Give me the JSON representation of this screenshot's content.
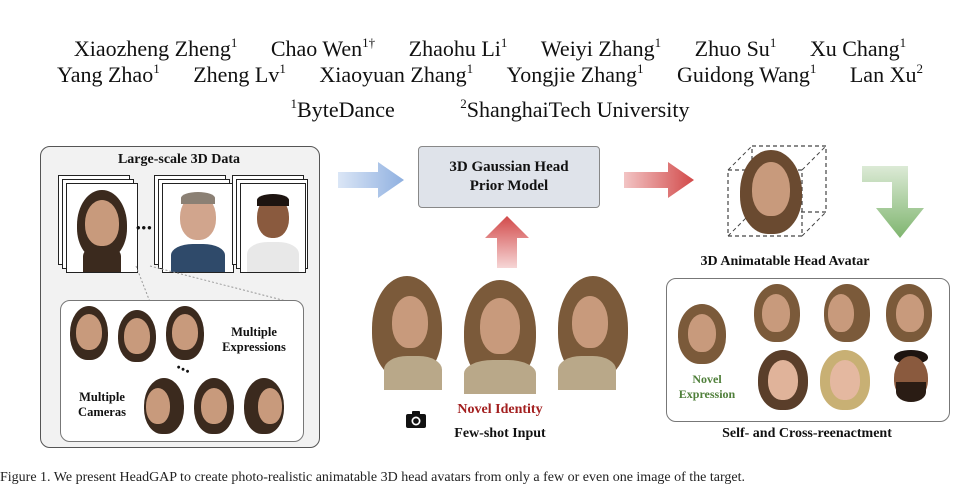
{
  "authors_line1": [
    {
      "name": "Xiaozheng Zheng",
      "sup": "1"
    },
    {
      "name": "Chao Wen",
      "sup": "1†"
    },
    {
      "name": "Zhaohu Li",
      "sup": "1"
    },
    {
      "name": "Weiyi Zhang",
      "sup": "1"
    },
    {
      "name": "Zhuo Su",
      "sup": "1"
    },
    {
      "name": "Xu Chang",
      "sup": "1"
    }
  ],
  "authors_line2": [
    {
      "name": "Yang Zhao",
      "sup": "1"
    },
    {
      "name": "Zheng Lv",
      "sup": "1"
    },
    {
      "name": "Xiaoyuan Zhang",
      "sup": "1"
    },
    {
      "name": "Yongjie Zhang",
      "sup": "1"
    },
    {
      "name": "Guidong Wang",
      "sup": "1"
    },
    {
      "name": "Lan Xu",
      "sup": "2"
    }
  ],
  "affiliations": [
    {
      "sup": "1",
      "name": "ByteDance"
    },
    {
      "sup": "2",
      "name": "ShanghaiTech University"
    }
  ],
  "figure": {
    "data_title": "Large-scale 3D Data",
    "ellipsis": "•••",
    "ellipsis_small": "•••",
    "multiple_expressions": "Multiple Expressions",
    "multiple_cameras": "Multiple Cameras",
    "prior_model": "3D Gaussian Head Prior Model",
    "avatar_label": "3D Animatable Head Avatar",
    "novel_identity": "Novel Identity",
    "few_shot": "Few-shot Input",
    "novel_expression": "Novel Expression",
    "reenactment": "Self- and Cross-reenactment",
    "camera_icon": "camera-icon"
  },
  "caption": "Figure 1.  We present HeadGAP to create photo-realistic animatable 3D head avatars from only a few or even one image of the target.",
  "colors": {
    "blue_arrow": "#8fb0e0",
    "red_arrow": "#d24a4a",
    "green_arrow": "#7fb56f",
    "novel_identity": "#a31f1f",
    "novel_expression": "#4f7f3a",
    "box_fill": "#dfe3ea"
  }
}
